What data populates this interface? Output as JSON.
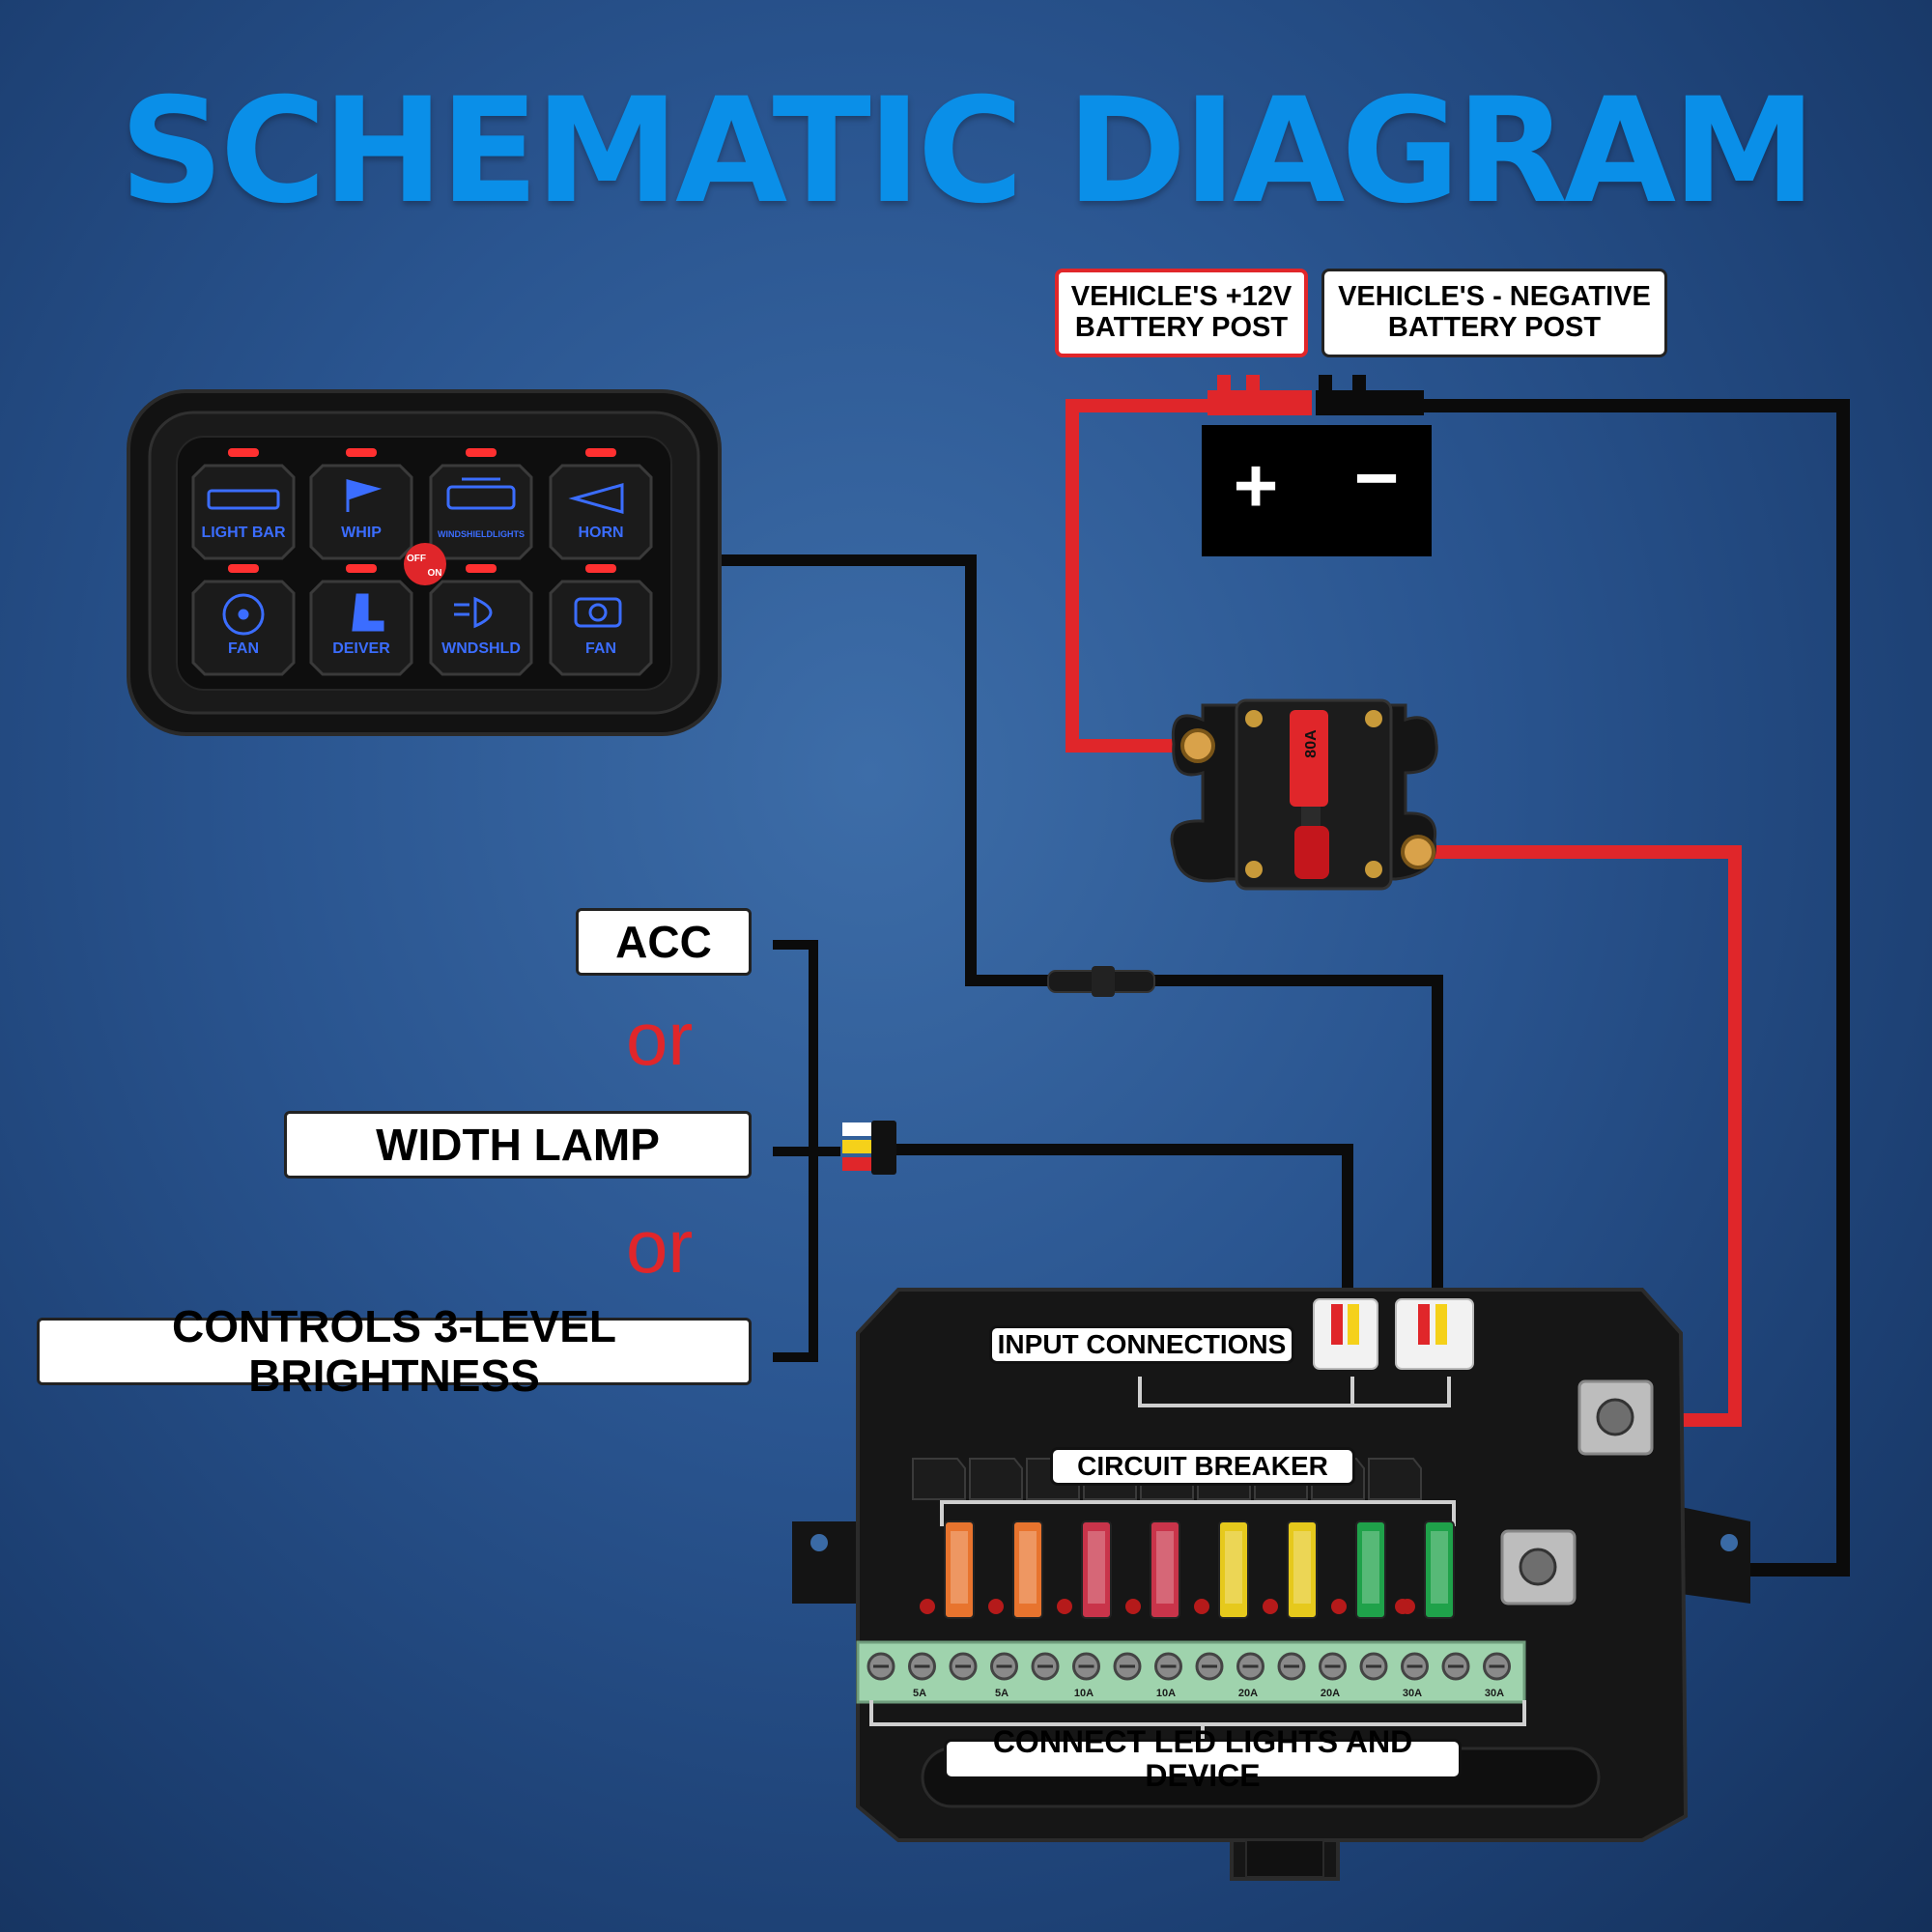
{
  "title": "SCHEMATIC DIAGRAM",
  "labels": {
    "positive_post": [
      "VEHICLE'S +12V",
      "BATTERY POST"
    ],
    "negative_post": [
      "VEHICLE'S - NEGATIVE",
      "BATTERY POST"
    ],
    "acc": "ACC",
    "or_1": "or",
    "width_lamp": "WIDTH LAMP",
    "or_2": "or",
    "brightness": "CONTROLS 3-LEVEL BRIGHTNESS",
    "input_connections": "INPUT CONNECTIONS",
    "circuit_breaker": "CIRCUIT BREAKER",
    "connect_led": "CONNECT LED LIGHTS AND DEVICE"
  },
  "battery": {
    "plus": "+",
    "minus": "−"
  },
  "switch_panel": {
    "toggle": [
      "OFF",
      "ON"
    ],
    "buttons": [
      {
        "label": "LIGHT BAR",
        "icon": "light-bar-icon"
      },
      {
        "label": "WHIP",
        "icon": "flag-icon"
      },
      {
        "label": "WINDSHIELDLIGHTS",
        "icon": "windshield-lights-icon"
      },
      {
        "label": "HORN",
        "icon": "horn-icon"
      },
      {
        "label": "FAN",
        "icon": "fan-icon"
      },
      {
        "label": "DEIVER",
        "icon": "seat-heater-icon"
      },
      {
        "label": "WNDSHLD",
        "icon": "headlight-icon"
      },
      {
        "label": "FAN",
        "icon": "engine-fan-icon"
      }
    ]
  },
  "breaker_rating": "80A",
  "terminal_ratings": [
    "5A",
    "5A",
    "10A",
    "10A",
    "20A",
    "20A",
    "30A",
    "30A"
  ],
  "fuse_colors": [
    "#e8742e",
    "#e8742e",
    "#c9344a",
    "#c9344a",
    "#e6c91c",
    "#e6c91c",
    "#1fa24a",
    "#1fa24a"
  ],
  "colors": {
    "title": "#0a8fe8",
    "wire_red": "#e0262a",
    "wire_black": "#0b0b0b",
    "led_blue": "#3b6dff",
    "indicator_red": "#ff3030"
  }
}
